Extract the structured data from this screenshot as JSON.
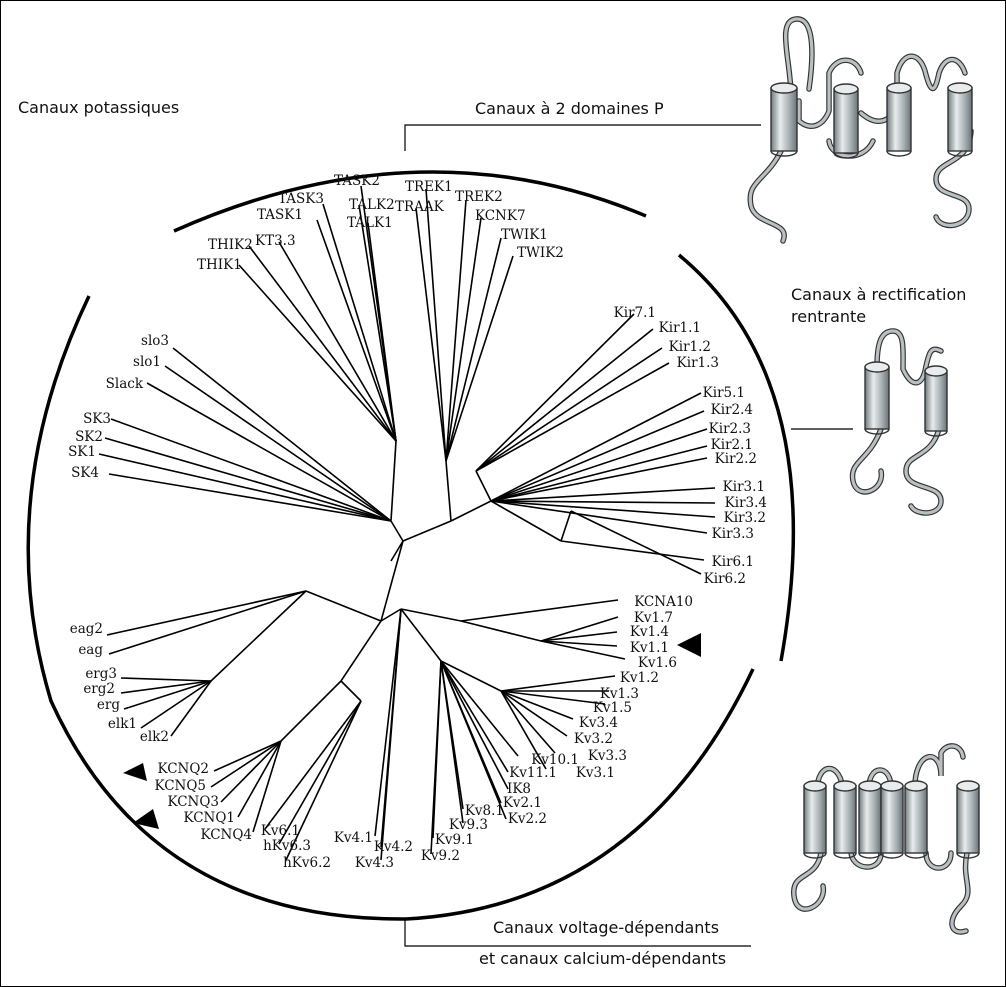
{
  "title": "Canaux potassiques",
  "group_labels": {
    "two_p": "Canaux à 2 domaines P",
    "kir_line1": "Canaux à rectification",
    "kir_line2": "rentrante",
    "kv_line1": "Canaux voltage-dépendants",
    "kv_line2": "et canaux calcium-dépendants"
  },
  "leaves": {
    "task2": "TASK2",
    "task3": "TASK3",
    "task1": "TASK1",
    "talk2": "TALK2",
    "talk1": "TALK1",
    "trek1": "TREK1",
    "traak": "TRAAK",
    "trek2": "TREK2",
    "kcnk7": "KCNK7",
    "twik1": "TWIK1",
    "twik2": "TWIK2",
    "thik2": "THIK2",
    "kt33": "KT3.3",
    "thik1": "THIK1",
    "slo3": "slo3",
    "slo1": "slo1",
    "slack": "Slack",
    "sk3": "SK3",
    "sk2": "SK2",
    "sk1": "SK1",
    "sk4": "SK4",
    "kir71": "Kir7.1",
    "kir11": "Kir1.1",
    "kir12": "Kir1.2",
    "kir13": "Kir1.3",
    "kir51": "Kir5.1",
    "kir24": "Kir2.4",
    "kir23": "Kir2.3",
    "kir21": "Kir2.1",
    "kir22": "Kir2.2",
    "kir31": "Kir3.1",
    "kir34": "Kir3.4",
    "kir32": "Kir3.2",
    "kir33": "Kir3.3",
    "kir61": "Kir6.1",
    "kir62": "Kir6.2",
    "kcna10": "KCNA10",
    "kv17": "Kv1.7",
    "kv14": "Kv1.4",
    "kv11": "Kv1.1",
    "kv16": "Kv1.6",
    "kv12": "Kv1.2",
    "kv13": "Kv1.3",
    "kv15": "Kv1.5",
    "kv34": "Kv3.4",
    "kv32": "Kv3.2",
    "kv33": "Kv3.3",
    "kv31": "Kv3.1",
    "kv101": "Kv10.1",
    "kv111": "Kv11.1",
    "ik8": "IK8",
    "kv21": "Kv2.1",
    "kv22": "Kv2.2",
    "kv81": "Kv8.1",
    "kv93": "Kv9.3",
    "kv91": "Kv9.1",
    "kv92": "Kv9.2",
    "kv41": "Kv4.1",
    "kv42": "Kv4.2",
    "kv43": "Kv4.3",
    "kv61": "Kv6.1",
    "hkv63": "hKv6.3",
    "hkv62": "hKv6.2",
    "kcnq2": "KCNQ2",
    "kcnq5": "KCNQ5",
    "kcnq3": "KCNQ3",
    "kcnq1": "KCNQ1",
    "kcnq4": "KCNQ4",
    "eag2": "eag2",
    "eag": "eag",
    "erg3": "erg3",
    "erg2": "erg2",
    "erg": "erg",
    "elk1": "elk1",
    "elk2": "elk2"
  },
  "colors": {
    "line": "#000000",
    "helix_fill": "#9aa3a6",
    "helix_light": "#e8ecec",
    "loop": "#b9c0c2"
  }
}
